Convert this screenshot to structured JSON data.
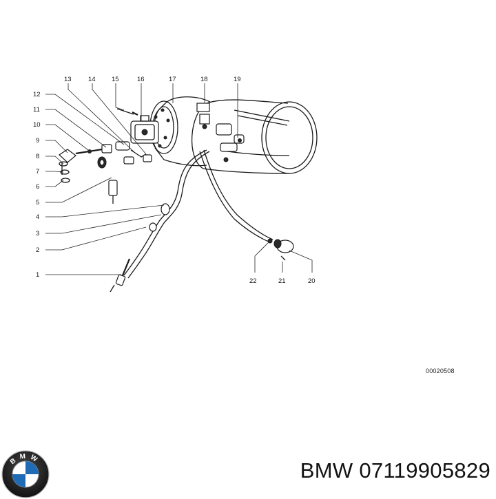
{
  "diagram": {
    "callouts": [
      "1",
      "2",
      "3",
      "4",
      "5",
      "6",
      "7",
      "8",
      "9",
      "10",
      "11",
      "12",
      "13",
      "14",
      "15",
      "16",
      "17",
      "18",
      "19",
      "20",
      "21",
      "22"
    ],
    "reference_code": "00020508"
  },
  "footer": {
    "brand_logo": "bmw-roundel-logo",
    "logo_text": "BMW",
    "part_number_text": "BMW 07119905829"
  }
}
